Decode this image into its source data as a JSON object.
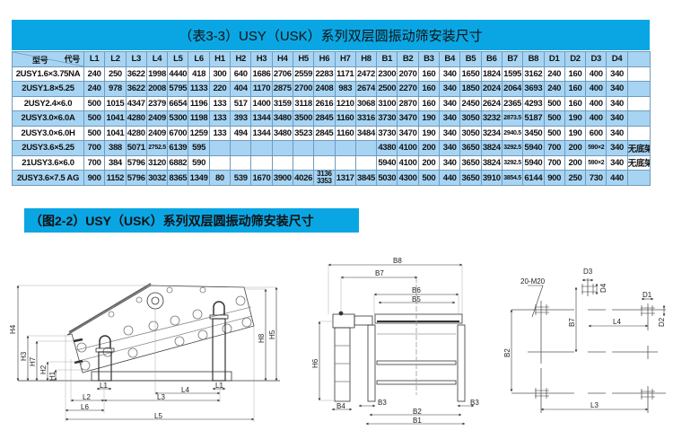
{
  "table_title": "（表3-3）USY（USK）系列双层圆振动筛安装尺寸",
  "figure_title": "（图2-2）USY（USK）系列双层圆振动筛安装尺寸",
  "corner": {
    "model": "型号",
    "code": "代号"
  },
  "columns": [
    "L1",
    "L2",
    "L3",
    "L4",
    "L5",
    "L6",
    "H1",
    "H2",
    "H3",
    "H4",
    "H5",
    "H6",
    "H7",
    "H8",
    "B1",
    "B2",
    "B3",
    "B4",
    "B5",
    "B6",
    "B7",
    "B8",
    "D1",
    "D2",
    "D3",
    "D4",
    ""
  ],
  "rows": [
    {
      "model": "2USY1.6×3.75NA",
      "values": [
        "240",
        "250",
        "3622",
        "1998",
        "4440",
        "418",
        "300",
        "640",
        "1686",
        "2706",
        "2559",
        "2283",
        "1171",
        "2472",
        "2300",
        "2070",
        "160",
        "340",
        "1650",
        "1824",
        "1595",
        "3162",
        "240",
        "160",
        "400",
        "340",
        ""
      ]
    },
    {
      "model": "2USY1.8×5.25",
      "values": [
        "240",
        "978",
        "3622",
        "2008",
        "5795",
        "1133",
        "220",
        "404",
        "1170",
        "2875",
        "2700",
        "2408",
        "983",
        "2674",
        "2500",
        "2270",
        "160",
        "340",
        "1850",
        "2024",
        "2064",
        "3693",
        "240",
        "160",
        "400",
        "340",
        ""
      ]
    },
    {
      "model": "2USY2.4×6.0",
      "values": [
        "500",
        "1015",
        "4347",
        "2379",
        "6654",
        "1196",
        "133",
        "517",
        "1400",
        "3159",
        "3118",
        "2616",
        "1210",
        "3068",
        "3100",
        "2870",
        "160",
        "340",
        "2450",
        "2624",
        "2365",
        "4293",
        "500",
        "160",
        "400",
        "340",
        ""
      ]
    },
    {
      "model": "2USY3.0×6.0A",
      "values": [
        "500",
        "1041",
        "4280",
        "2409",
        "5300",
        "1198",
        "133",
        "393",
        "1344",
        "3480",
        "3500",
        "2845",
        "1160",
        "3316",
        "3730",
        "3470",
        "190",
        "340",
        "3050",
        "3232",
        "2873.5",
        "5187",
        "500",
        "190",
        "400",
        "340",
        ""
      ]
    },
    {
      "model": "2USY3.0×6.0H",
      "values": [
        "500",
        "1041",
        "4280",
        "2409",
        "6700",
        "1259",
        "133",
        "494",
        "1344",
        "3480",
        "3523",
        "2845",
        "1160",
        "3484",
        "3730",
        "3470",
        "190",
        "340",
        "3050",
        "3234",
        "2940.5",
        "3450",
        "500",
        "190",
        "600",
        "340",
        ""
      ]
    },
    {
      "model": "2USY3.6×5.25",
      "values": [
        "700",
        "388",
        "5071",
        "2752.5",
        "6139",
        "595",
        "",
        "",
        "",
        "",
        "",
        "",
        "",
        "",
        "4380",
        "4100",
        "200",
        "340",
        "3650",
        "3824",
        "3292.5",
        "5940",
        "700",
        "200",
        "590×2",
        "340",
        "无底架"
      ]
    },
    {
      "model": "21USY3.6×6.0",
      "values": [
        "700",
        "384",
        "5796",
        "3120",
        "6882",
        "590",
        "",
        "",
        "",
        "",
        "",
        "",
        "",
        "",
        "5940",
        "4100",
        "200",
        "340",
        "3650",
        "3824",
        "3292.5",
        "5940",
        "700",
        "200",
        "590×2",
        "340",
        "无底架"
      ]
    },
    {
      "model": "2USY3.6×7.5 AG",
      "values": [
        "900",
        "1152",
        "5796",
        "3032",
        "8365",
        "1349",
        "80",
        "539",
        "1670",
        "3900",
        "4026",
        "3136\n3353",
        "1317",
        "3845",
        "5030",
        "4300",
        "500",
        "440",
        "3650",
        "3910",
        "3854.5",
        "6144",
        "900",
        "250",
        "730",
        "440",
        ""
      ]
    }
  ],
  "drawing_labels": {
    "side": {
      "H4": "H4",
      "H3": "H3",
      "H7": "H7",
      "H2": "H2",
      "H1": "H1",
      "H8": "H8",
      "H5": "H5",
      "L1a": "L1",
      "L1b": "L1",
      "L2": "L2",
      "L3": "L3",
      "L4": "L4",
      "L6": "L6",
      "L5": "L5"
    },
    "front": {
      "B8": "B8",
      "B7": "B7",
      "B6": "B6",
      "B5": "B5",
      "H6": "H6",
      "B4": "B4",
      "B3a": "B3",
      "B3b": "B3",
      "B2": "B2",
      "B1": "B1"
    },
    "plan": {
      "bolts": "20-M20",
      "D3": "D3",
      "D4": "D4",
      "D1": "D1",
      "D2": "D2",
      "B7": "B7",
      "B2": "B2",
      "L4": "L4",
      "L3": "L3"
    }
  }
}
